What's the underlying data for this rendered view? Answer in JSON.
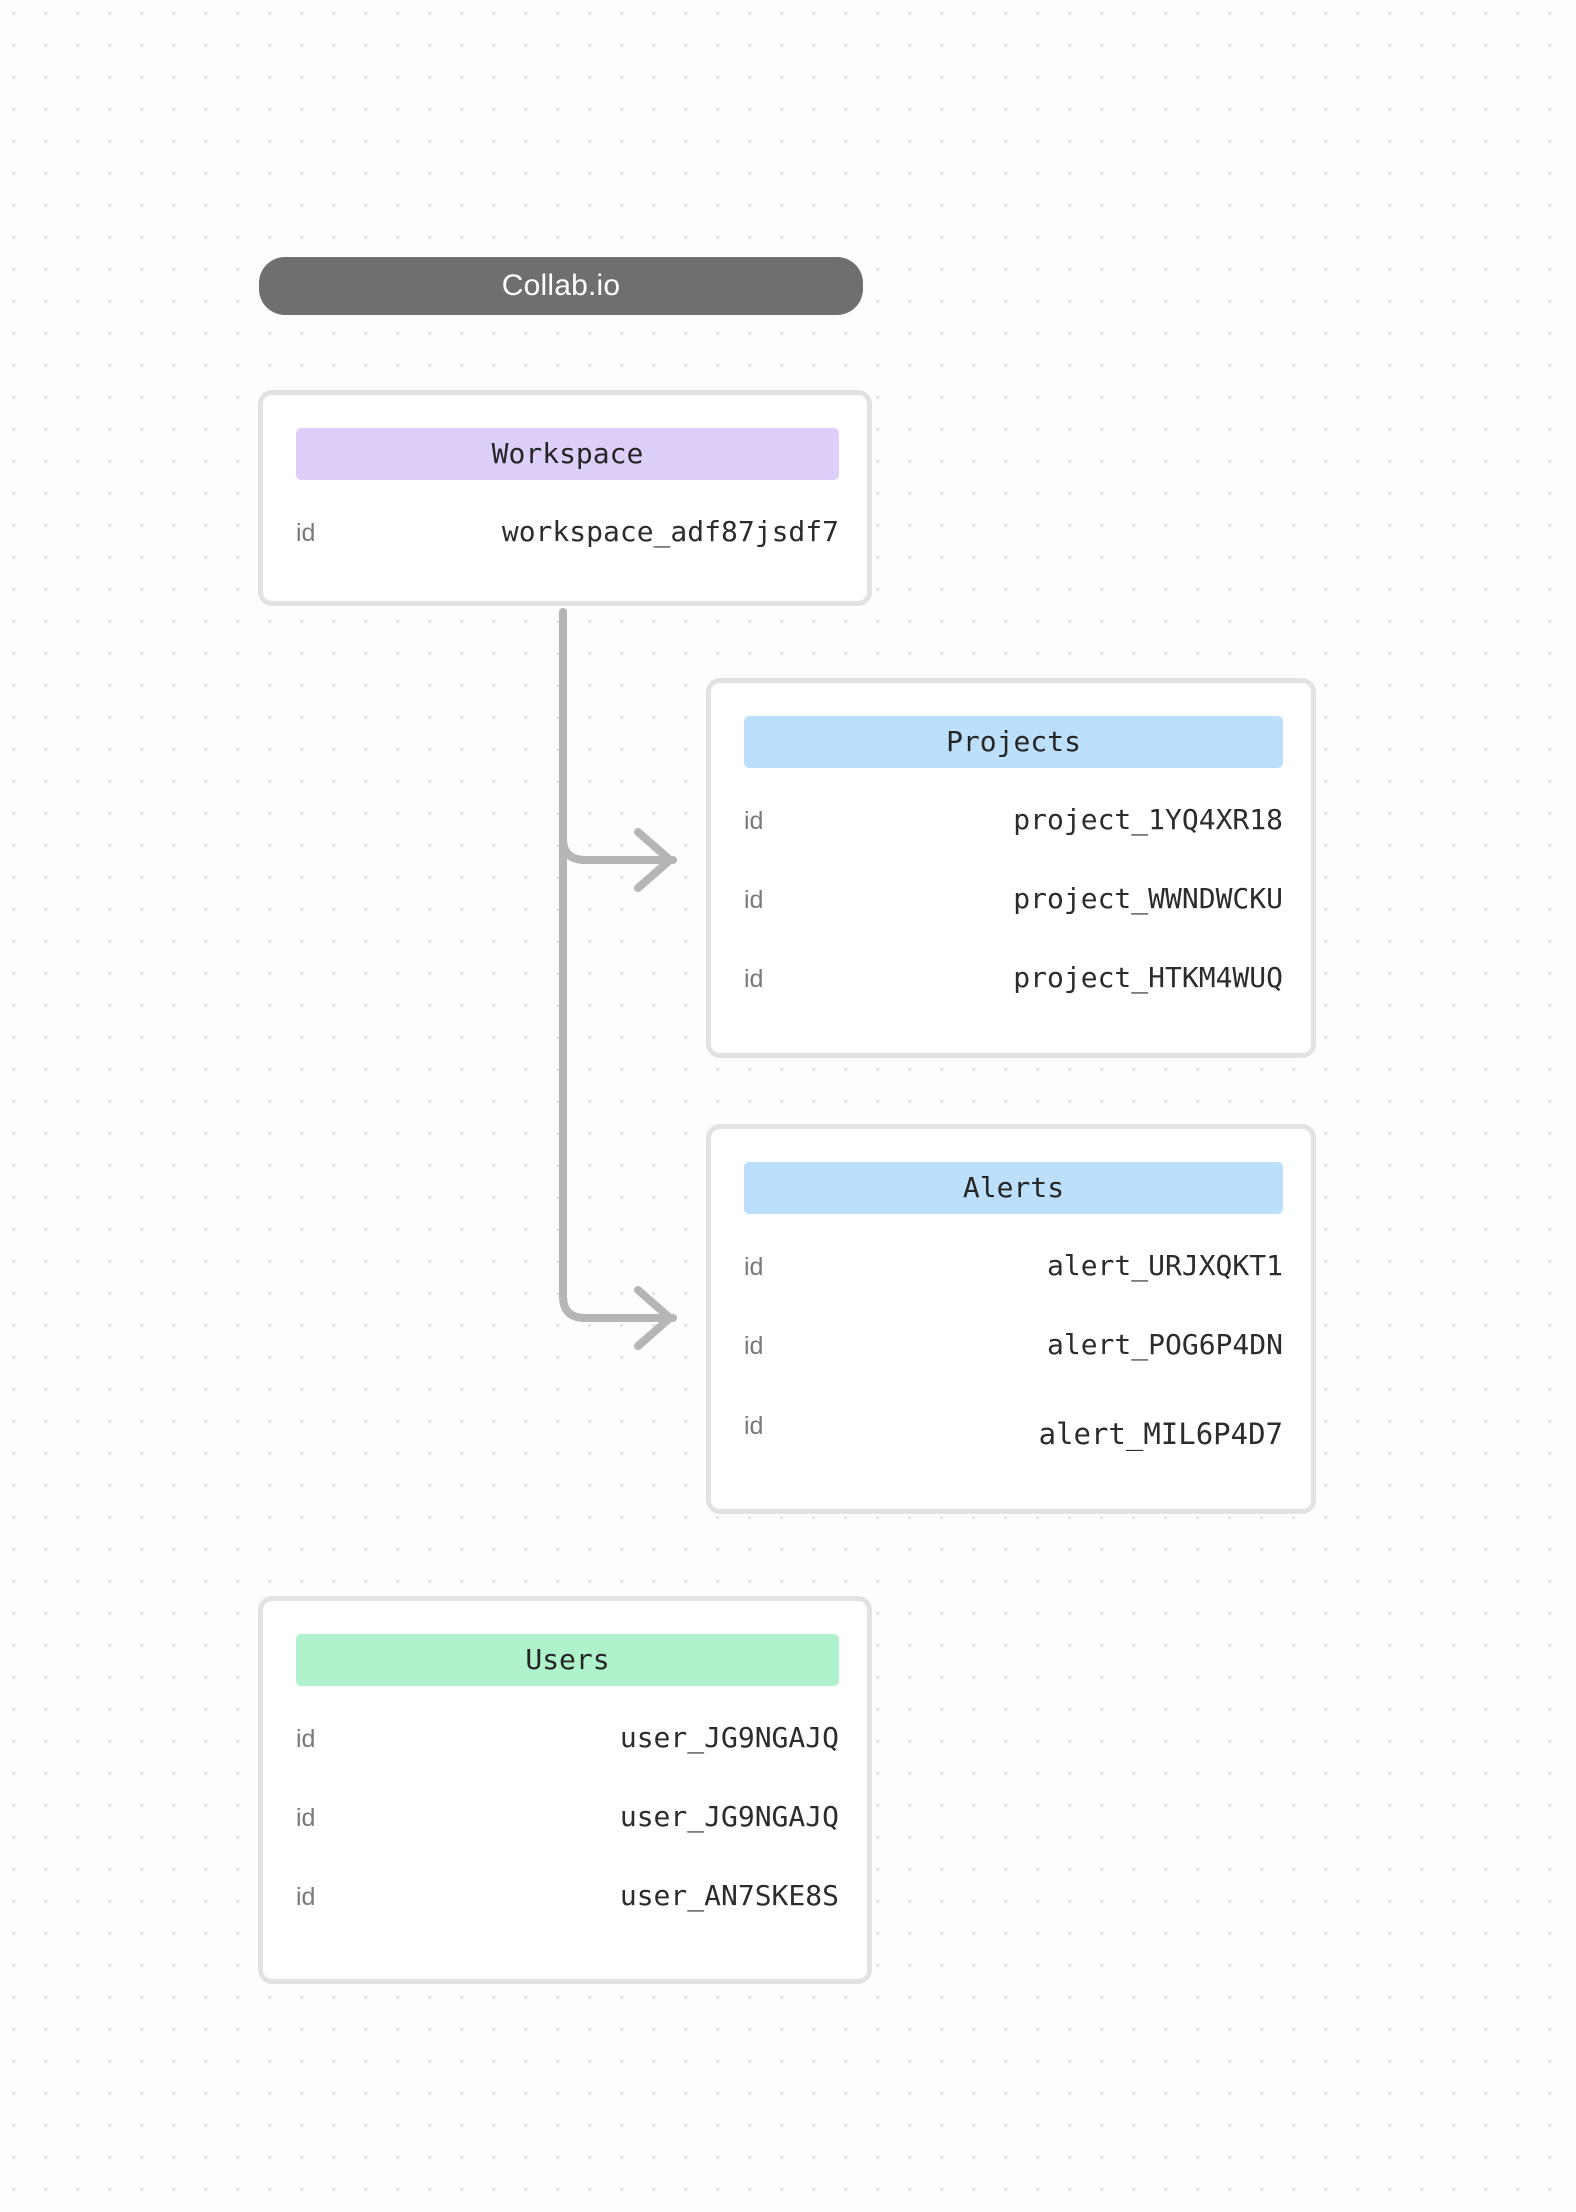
{
  "brand": {
    "label": "Collab.io"
  },
  "diagram": {
    "type": "entity-relationship",
    "colors": {
      "workspace_header": "#decffa",
      "projects_header": "#bcdffc",
      "alerts_header": "#bcdffc",
      "users_header": "#aef3cb",
      "brand_pill": "#706f6f",
      "card_border": "#e2e2e2",
      "connector": "#b5b5b5",
      "canvas": "#fdfdfd",
      "grid_dot": "#e4e4e4"
    },
    "tables": [
      {
        "name": "workspace",
        "title": "Workspace",
        "rows": [
          {
            "key": "id",
            "value": "workspace_adf87jsdf7"
          }
        ]
      },
      {
        "name": "projects",
        "title": "Projects",
        "rows": [
          {
            "key": "id",
            "value": "project_1YQ4XR18"
          },
          {
            "key": "id",
            "value": "project_WWNDWCKU"
          },
          {
            "key": "id",
            "value": "project_HTKM4WUQ"
          }
        ]
      },
      {
        "name": "alerts",
        "title": "Alerts",
        "rows": [
          {
            "key": "id",
            "value": "alert_URJXQKT1"
          },
          {
            "key": "id",
            "value": "alert_POG6P4DN"
          },
          {
            "key": "id",
            "value": "alert_MIL6P4D7"
          }
        ]
      },
      {
        "name": "users",
        "title": "Users",
        "rows": [
          {
            "key": "id",
            "value": "user_JG9NGAJQ"
          },
          {
            "key": "id",
            "value": "user_JG9NGAJQ"
          },
          {
            "key": "id",
            "value": "user_AN7SKE8S"
          }
        ]
      }
    ],
    "connections": [
      {
        "from": "workspace",
        "to": "projects"
      },
      {
        "from": "workspace",
        "to": "alerts"
      }
    ]
  }
}
